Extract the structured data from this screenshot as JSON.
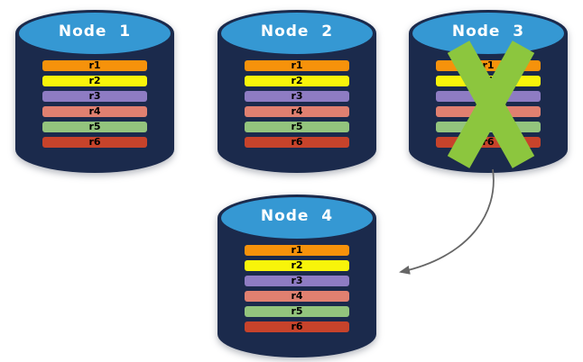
{
  "diagram": {
    "colors": {
      "background": "#FFFFFF",
      "cylinder_body": "#1B2A4C",
      "cylinder_top": "#3598D3",
      "node_label_text": "#FFFFFF",
      "row_label_text": "#000000",
      "cross": "#8CC63E",
      "arrow": "#666666"
    },
    "nodes": [
      {
        "id": "node-1",
        "label": "Node  1",
        "rows": [
          {
            "label": "r1",
            "color": "#F6920B"
          },
          {
            "label": "r2",
            "color": "#F8F40A"
          },
          {
            "label": "r3",
            "color": "#8E7CC3"
          },
          {
            "label": "r4",
            "color": "#E08070"
          },
          {
            "label": "r5",
            "color": "#93C47D"
          },
          {
            "label": "r6",
            "color": "#C7432B"
          }
        ]
      },
      {
        "id": "node-2",
        "label": "Node  2",
        "rows": [
          {
            "label": "r1",
            "color": "#F6920B"
          },
          {
            "label": "r2",
            "color": "#F8F40A"
          },
          {
            "label": "r3",
            "color": "#8E7CC3"
          },
          {
            "label": "r4",
            "color": "#E08070"
          },
          {
            "label": "r5",
            "color": "#93C47D"
          },
          {
            "label": "r6",
            "color": "#C7432B"
          }
        ]
      },
      {
        "id": "node-3",
        "label": "Node  3",
        "crossed_out": true,
        "rows": [
          {
            "label": "r1",
            "color": "#F6920B"
          },
          {
            "label": "r2",
            "color": "#F8F40A"
          },
          {
            "label": "r3",
            "color": "#8E7CC3"
          },
          {
            "label": "r4",
            "color": "#E08070"
          },
          {
            "label": "r5",
            "color": "#93C47D"
          },
          {
            "label": "r6",
            "color": "#C7432B"
          }
        ]
      },
      {
        "id": "node-4",
        "label": "Node  4",
        "rows": [
          {
            "label": "r1",
            "color": "#F6920B"
          },
          {
            "label": "r2",
            "color": "#F8F40A"
          },
          {
            "label": "r3",
            "color": "#8E7CC3"
          },
          {
            "label": "r4",
            "color": "#E08070"
          },
          {
            "label": "r5",
            "color": "#93C47D"
          },
          {
            "label": "r6",
            "color": "#C7432B"
          }
        ]
      }
    ],
    "arrow": {
      "from": "node-3",
      "to": "node-4"
    }
  }
}
